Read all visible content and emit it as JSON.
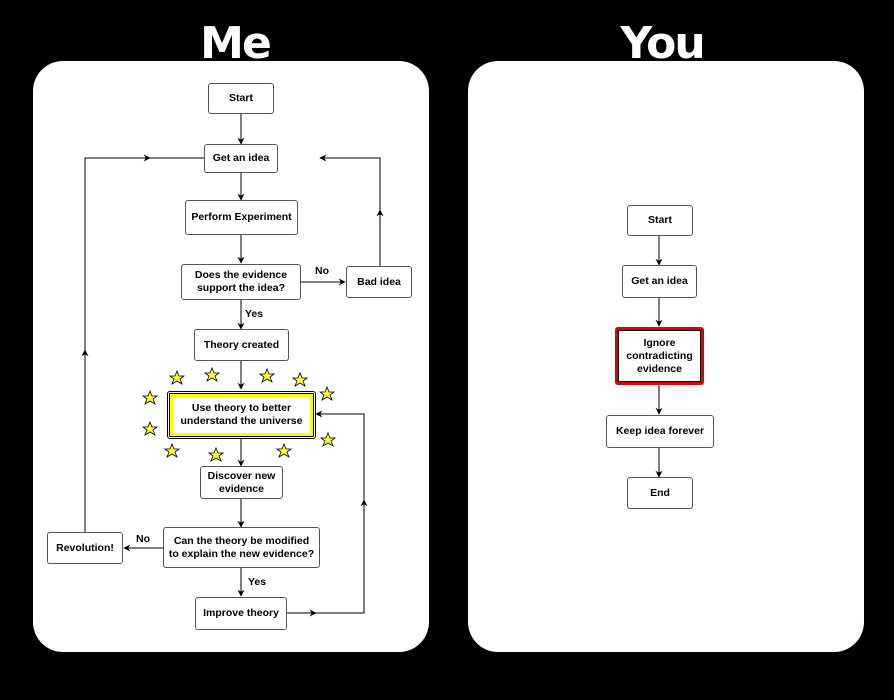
{
  "headings": {
    "me": "Me",
    "you": "You"
  },
  "me": {
    "start": "Start",
    "get_idea": "Get an idea",
    "perform": "Perform Experiment",
    "question1": "Does the evidence\nsupport the idea?",
    "bad_idea": "Bad idea",
    "theory_created": "Theory created",
    "use_theory": "Use theory to better\nunderstand the universe",
    "discover": "Discover new\nevidence",
    "question2": "Can the theory be modified\nto explain the new evidence?",
    "revolution": "Revolution!",
    "improve": "Improve theory",
    "no1": "No",
    "yes1": "Yes",
    "no2": "No",
    "yes2": "Yes"
  },
  "you": {
    "start": "Start",
    "get_idea": "Get an idea",
    "ignore": "Ignore\ncontradicting\nevidence",
    "keep": "Keep idea forever",
    "end": "End"
  },
  "colors": {
    "star": "#ffff33",
    "highlight_yellow": "#ffff00",
    "highlight_red": "#e00000"
  }
}
